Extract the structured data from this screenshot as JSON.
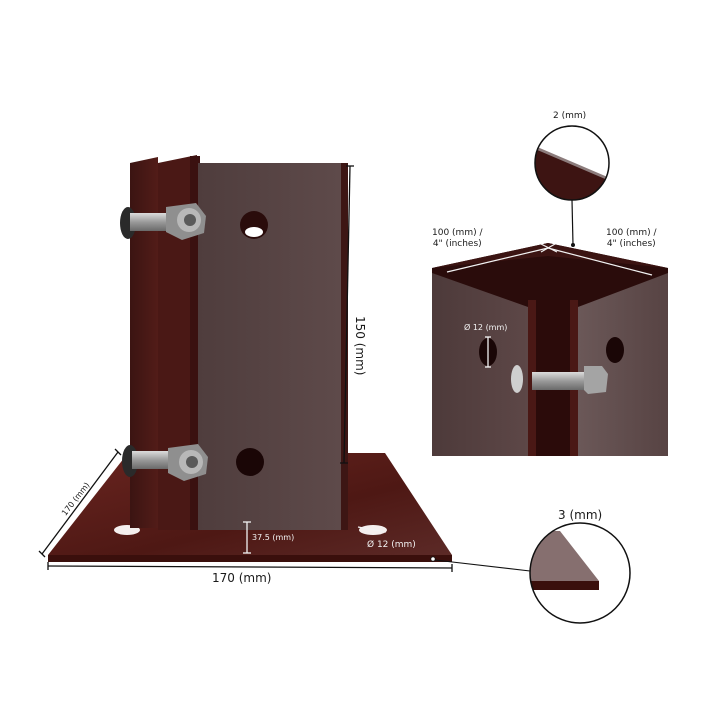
{
  "diagram": {
    "subject": "Brown powder-coated steel post base / post anchor with bolt-on base plate",
    "colors": {
      "post_face": "#5a4646",
      "post_dark": "#3d1614",
      "plate_top": "#5b1d18",
      "plate_edge": "#3a0f0c",
      "bolt_metal": "#a8a8a8",
      "line": "#111111",
      "background": "#ffffff"
    },
    "left_view": {
      "height_label": "150 (mm)",
      "plate_depth_label": "170 (mm)",
      "plate_width_label": "170 (mm)",
      "hole_offset_label": "37.5 (mm)",
      "plate_hole_label": "Ø 12 (mm)"
    },
    "top_right_view": {
      "wall_thickness_label": "2 (mm)",
      "inner_width_left_line1": "100 (mm) /",
      "inner_width_left_line2": "4\" (inches)",
      "inner_width_right_line1": "100 (mm) /",
      "inner_width_right_line2": "4\" (inches)",
      "bolt_hole_label": "Ø 12 (mm)"
    },
    "detail_callout": {
      "plate_thickness_label": "3 (mm)"
    }
  }
}
